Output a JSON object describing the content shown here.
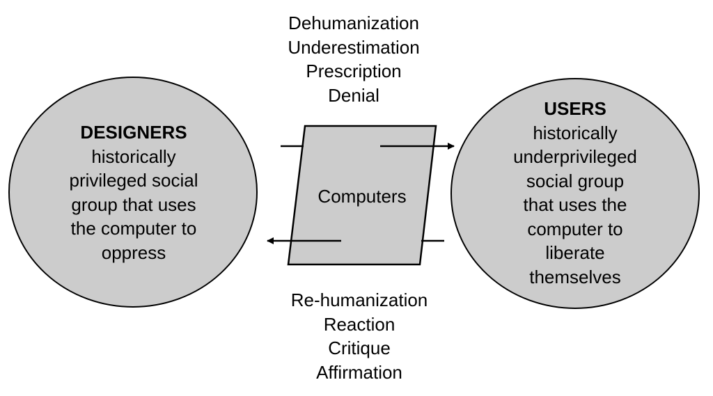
{
  "colors": {
    "node_fill": "#cccccc",
    "stroke": "#000000",
    "background": "#ffffff"
  },
  "top_terms": [
    "Dehumanization",
    "Underestimation",
    "Prescription",
    "Denial"
  ],
  "bottom_terms": [
    "Re-humanization",
    "Reaction",
    "Critique",
    "Affirmation"
  ],
  "designers": {
    "heading": "DESIGNERS",
    "lines": [
      "historically",
      "privileged social",
      "group that uses",
      "the computer to",
      "oppress"
    ]
  },
  "users": {
    "heading": "USERS",
    "lines": [
      "historically",
      "underprivileged",
      "social group",
      "that uses the",
      "computer to",
      "liberate",
      "themselves"
    ]
  },
  "computers": {
    "label": "Computers"
  }
}
